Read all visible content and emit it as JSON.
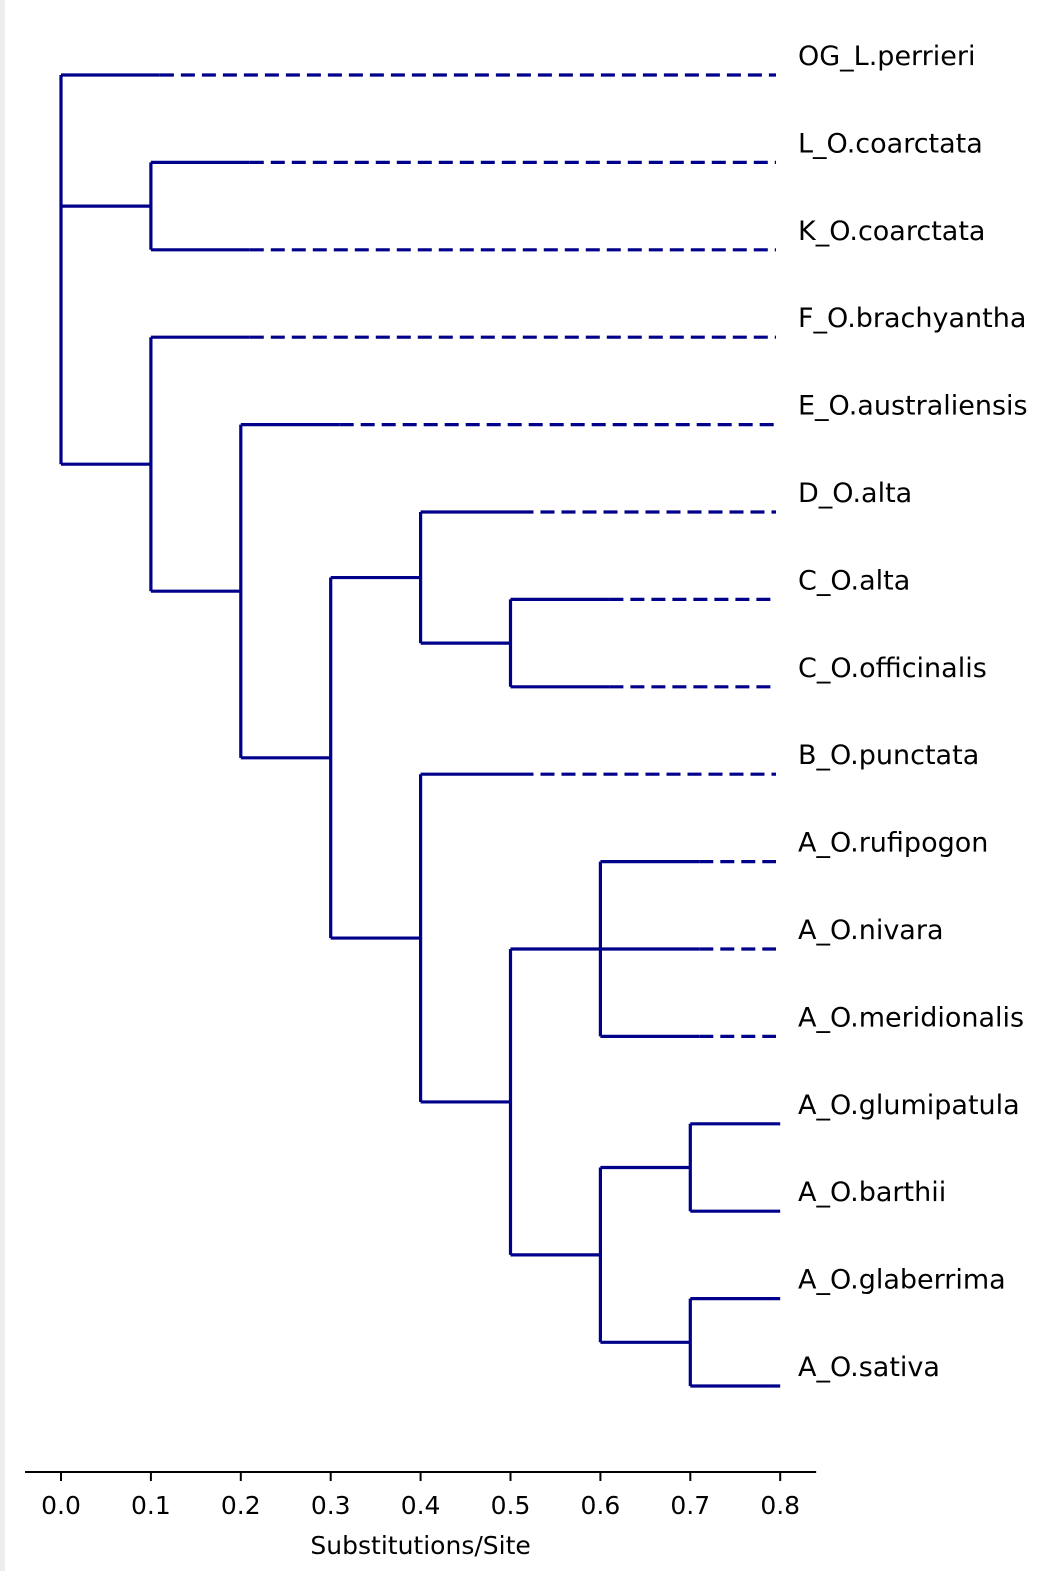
{
  "chart_data": {
    "type": "tree",
    "xlabel": "Substitutions/Site",
    "xlim": [
      -0.04,
      0.84
    ],
    "xticks": [
      0.0,
      0.1,
      0.2,
      0.3,
      0.4,
      0.5,
      0.6,
      0.7,
      0.8
    ],
    "tick_labels": [
      "0.0",
      "0.1",
      "0.2",
      "0.3",
      "0.4",
      "0.5",
      "0.6",
      "0.7",
      "0.8"
    ],
    "colors": {
      "branch": "#00008b",
      "text": "#000000",
      "axis": "#000000"
    },
    "branch_style": "solid internode branches, dashed extension from solid segment to tip label alignment",
    "leaves": [
      {
        "name": "OG_L.perrieri",
        "depth": 0.11,
        "extended": true
      },
      {
        "name": "L_O.coarctata",
        "depth": 0.21,
        "extended": true
      },
      {
        "name": "K_O.coarctata",
        "depth": 0.21,
        "extended": true
      },
      {
        "name": "F_O.brachyantha",
        "depth": 0.21,
        "extended": true
      },
      {
        "name": "E_O.australiensis",
        "depth": 0.31,
        "extended": true
      },
      {
        "name": "D_O.alta",
        "depth": 0.51,
        "extended": true
      },
      {
        "name": "C_O.alta",
        "depth": 0.61,
        "extended": true
      },
      {
        "name": "C_O.officinalis",
        "depth": 0.61,
        "extended": true
      },
      {
        "name": "B_O.punctata",
        "depth": 0.51,
        "extended": true
      },
      {
        "name": "A_O.rufipogon",
        "depth": 0.71,
        "extended": true
      },
      {
        "name": "A_O.nivara",
        "depth": 0.71,
        "extended": true
      },
      {
        "name": "A_O.meridionalis",
        "depth": 0.71,
        "extended": true
      },
      {
        "name": "A_O.glumipatula",
        "depth": 0.8,
        "extended": false
      },
      {
        "name": "A_O.barthii",
        "depth": 0.8,
        "extended": false
      },
      {
        "name": "A_O.glaberrima",
        "depth": 0.8,
        "extended": false
      },
      {
        "name": "A_O.sativa",
        "depth": 0.8,
        "extended": false
      }
    ],
    "tree": {
      "depth": 0.0,
      "children": [
        {
          "leaf": 0
        },
        {
          "depth": 0.1,
          "children": [
            {
              "leaf": 1
            },
            {
              "leaf": 2
            }
          ]
        },
        {
          "depth": 0.1,
          "children": [
            {
              "leaf": 3
            },
            {
              "depth": 0.2,
              "children": [
                {
                  "leaf": 4
                },
                {
                  "depth": 0.3,
                  "children": [
                    {
                      "depth": 0.4,
                      "children": [
                        {
                          "leaf": 5
                        },
                        {
                          "depth": 0.5,
                          "children": [
                            {
                              "leaf": 6
                            },
                            {
                              "leaf": 7
                            }
                          ]
                        }
                      ]
                    },
                    {
                      "depth": 0.4,
                      "children": [
                        {
                          "leaf": 8
                        },
                        {
                          "depth": 0.5,
                          "children": [
                            {
                              "depth": 0.6,
                              "children": [
                                {
                                  "leaf": 9
                                },
                                {
                                  "leaf": 10
                                },
                                {
                                  "leaf": 11
                                }
                              ]
                            },
                            {
                              "depth": 0.6,
                              "children": [
                                {
                                  "depth": 0.7,
                                  "children": [
                                    {
                                      "leaf": 12
                                    },
                                    {
                                      "leaf": 13
                                    }
                                  ]
                                },
                                {
                                  "depth": 0.7,
                                  "children": [
                                    {
                                      "leaf": 14
                                    },
                                    {
                                      "leaf": 15
                                    }
                                  ]
                                }
                              ]
                            }
                          ]
                        }
                      ]
                    }
                  ]
                }
              ]
            }
          ]
        }
      ]
    }
  }
}
